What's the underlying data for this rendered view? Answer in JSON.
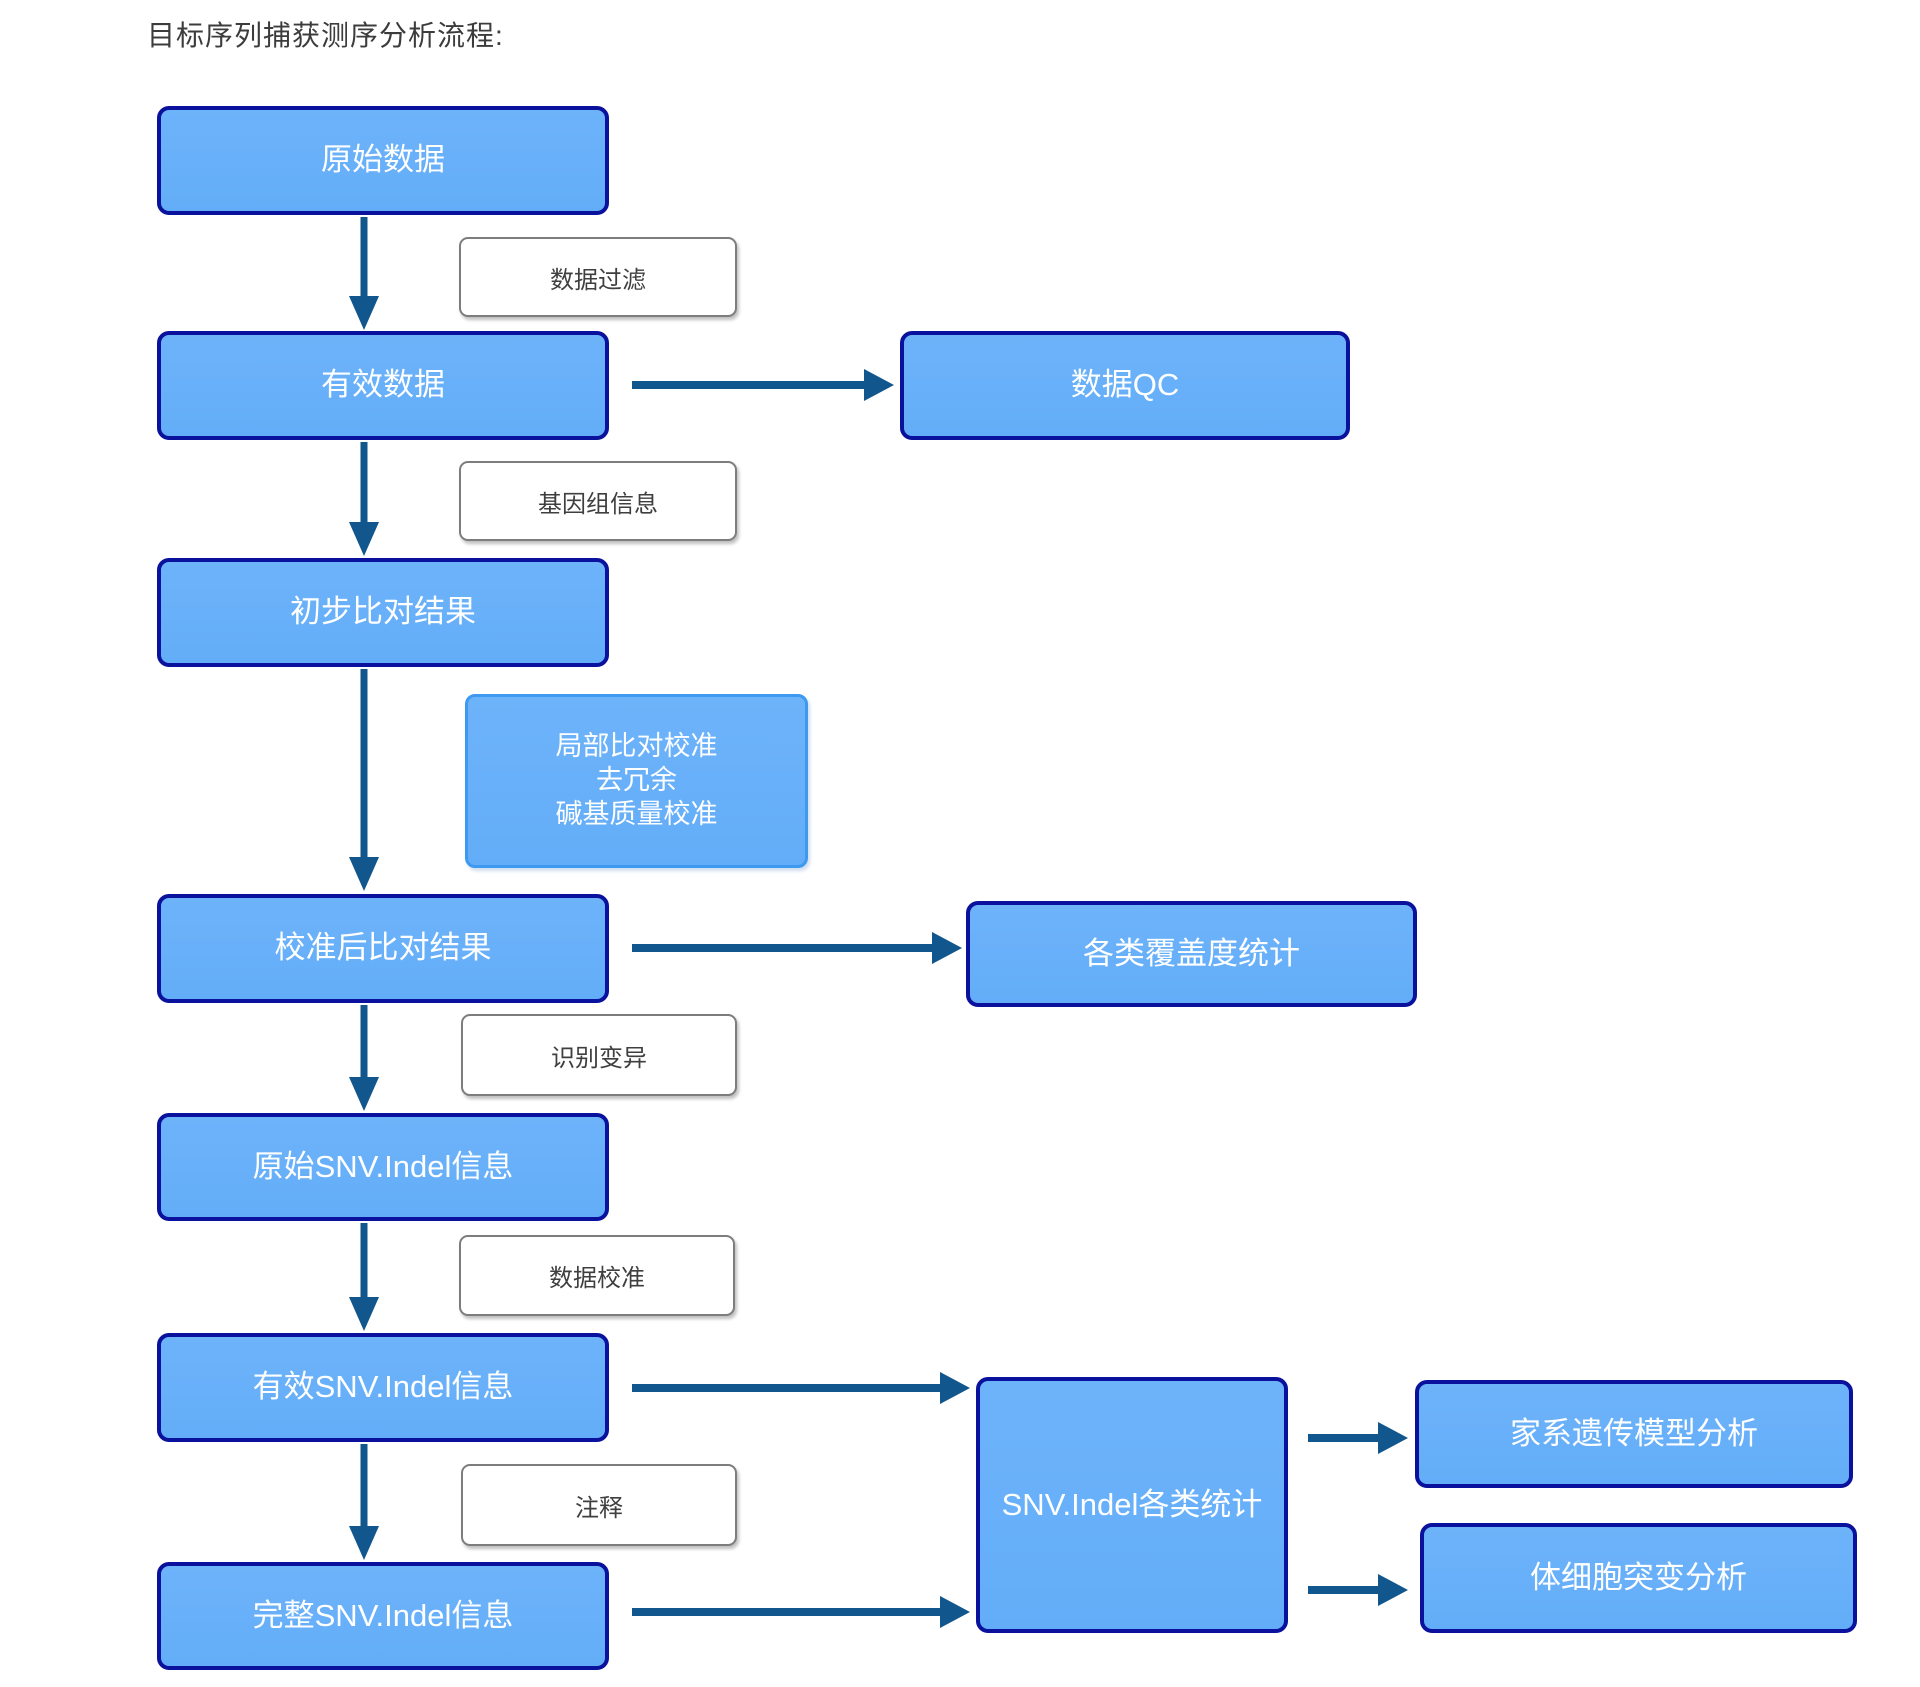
{
  "title": "目标序列捕获测序分析流程:",
  "nodes": {
    "raw_data": "原始数据",
    "valid_data": "有效数据",
    "prelim_align": "初步比对结果",
    "calibrated_align": "校准后比对结果",
    "raw_snv_indel": "原始SNV.Indel信息",
    "valid_snv_indel": "有效SNV.Indel信息",
    "complete_snv_indel": "完整SNV.Indel信息",
    "data_qc": "数据QC",
    "coverage_stats": "各类覆盖度统计",
    "snv_indel_stats": "SNV.Indel各类统计",
    "pedigree_model_analysis": "家系遗传模型分析",
    "somatic_mutation_analysis": "体细胞突变分析"
  },
  "step_labels": {
    "data_filter": "数据过滤",
    "genome_info": "基因组信息",
    "realign_dedup_bqsr": "局部比对校准\n去冗余\n碱基质量校准",
    "variant_calling": "识别变异",
    "data_calibration": "数据校准",
    "annotation": "注释"
  },
  "colors": {
    "node_fill": "#63adf8",
    "node_fill_top": "#6db3fa",
    "node_border": "#0a119c",
    "process_border": "#3d9af0",
    "label_border": "#7d7d7d",
    "label_text": "#3f3f3f",
    "node_text": "#ffffff",
    "title_text": "#3c3c3c",
    "arrow": "#11568c",
    "background": "#ffffff"
  }
}
